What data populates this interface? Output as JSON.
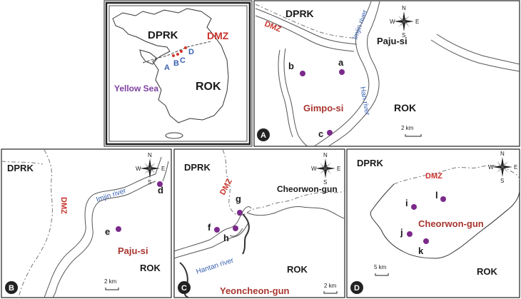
{
  "overview": {
    "labels": {
      "dprk": "DPRK",
      "dmz": "DMZ",
      "rok": "ROK",
      "yellow_sea": "Yellow Sea",
      "site_a": "A",
      "site_b": "B",
      "site_c": "C",
      "site_d": "D"
    }
  },
  "panels": [
    {
      "badge": "A",
      "dprk": "DPRK",
      "dmz": "DMZ",
      "rok": "ROK",
      "rivers": [
        "Imjin river",
        "Han river"
      ],
      "regions": [
        "Paju-si",
        "Gimpo-si"
      ],
      "points": [
        "a",
        "b",
        "c"
      ],
      "scale": "2 km"
    },
    {
      "badge": "B",
      "dprk": "DPRK",
      "dmz": "DMZ",
      "rok": "ROK",
      "rivers": [
        "Imjin river"
      ],
      "regions": [
        "Paju-si"
      ],
      "points": [
        "d",
        "e"
      ],
      "scale": "2 km"
    },
    {
      "badge": "C",
      "dprk": "DPRK",
      "dmz": "DMZ",
      "rok": "ROK",
      "rivers": [
        "Hantan river"
      ],
      "regions": [
        "Cheorwon-gun",
        "Yeoncheon-gun"
      ],
      "points": [
        "g",
        "f",
        "h"
      ],
      "scale": "2 km"
    },
    {
      "badge": "D",
      "dprk": "DPRK",
      "dmz": "DMZ",
      "rok": "ROK",
      "rivers": [],
      "regions": [
        "Cheorwon-gun"
      ],
      "points": [
        "i",
        "l",
        "j",
        "k"
      ],
      "scale": "5 km"
    }
  ],
  "compass": {
    "n": "N",
    "s": "S",
    "e": "E",
    "w": "W"
  },
  "colors": {
    "site": "#7b2a8c",
    "dmz": "#c8342c",
    "river_label": "#3a62b0",
    "region": "#a9362f",
    "sea": "#7d3fa0"
  }
}
